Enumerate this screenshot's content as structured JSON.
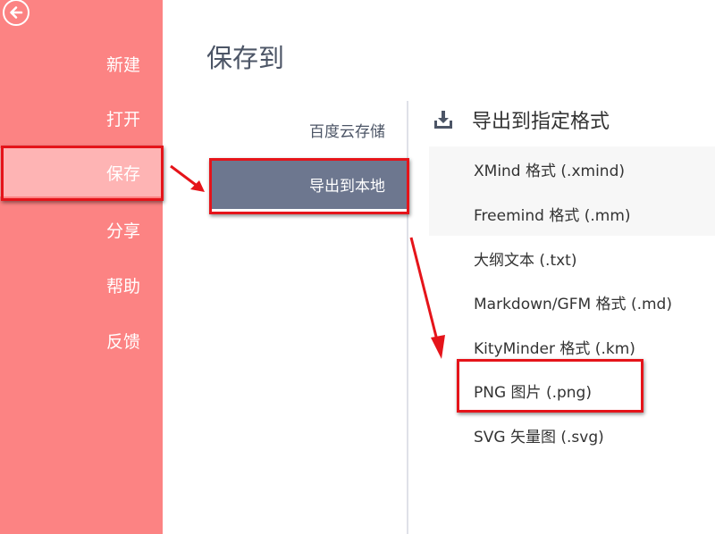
{
  "sidebar": {
    "back_icon": "arrow-left-circle-icon",
    "items": [
      {
        "label": "新建"
      },
      {
        "label": "打开"
      },
      {
        "label": "保存",
        "active": true
      },
      {
        "label": "分享"
      },
      {
        "label": "帮助"
      },
      {
        "label": "反馈"
      }
    ]
  },
  "main": {
    "title": "保存到",
    "save_targets": [
      {
        "label": "百度云存储"
      },
      {
        "label": "导出到本地",
        "active": true
      }
    ],
    "export_panel": {
      "icon": "download-icon",
      "title": "导出到指定格式",
      "formats": [
        {
          "label": "XMind 格式 (.xmind)"
        },
        {
          "label": "Freemind 格式 (.mm)"
        },
        {
          "label": "大纲文本 (.txt)"
        },
        {
          "label": "Markdown/GFM 格式 (.md)"
        },
        {
          "label": "KityMinder 格式 (.km)"
        },
        {
          "label": "PNG 图片 (.png)",
          "highlighted": true
        },
        {
          "label": "SVG 矢量图 (.svg)"
        }
      ]
    }
  },
  "colors": {
    "sidebar_bg": "#fc8383",
    "sidebar_active": "#feb4b4",
    "target_active": "#6d778f",
    "annotation_red": "#e5141a"
  }
}
